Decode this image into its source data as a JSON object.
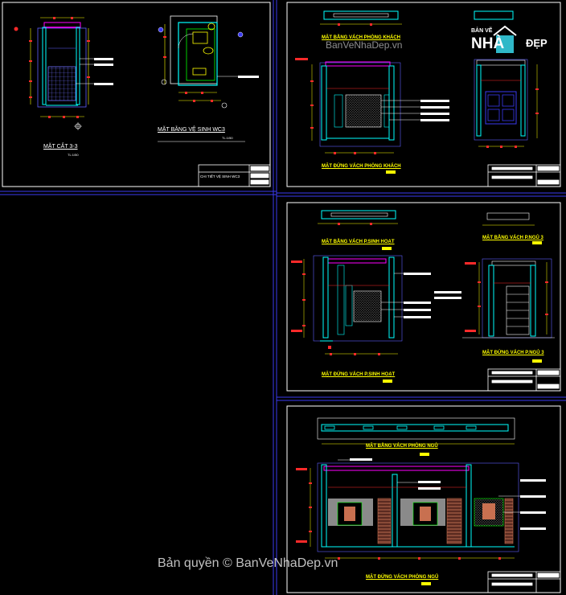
{
  "watermark": {
    "top": "BanVeNhaDep.vn",
    "bottom": "Bản quyền © BanVeNhaDep.vn"
  },
  "logo": {
    "line1": "BẢN VẼ",
    "mark": "NHÀ",
    "word": "ĐẸP"
  },
  "sheet1": {
    "section_title": "MẶT CẮT 3-3",
    "section_scale": "TL:1/50",
    "plan_title": "MẶT BẰNG VỆ SINH WC3",
    "plan_scale": "TL:1/50",
    "sheet_label": "CHI TIẾT VỆ SINH WC3"
  },
  "sheet2": {
    "plan_title": "MẶT BẰNG VÁCH PHÒNG KHÁCH",
    "elev_title": "MẶT ĐỨNG VÁCH PHÒNG KHÁCH"
  },
  "sheet3": {
    "plan_title": "MẶT BẰNG VÁCH P.SINH HOẠT",
    "plan2_title": "MẶT BẰNG VÁCH P.NGỦ 3",
    "elev_title": "MẶT ĐỨNG VÁCH P.SINH HOẠT",
    "elev2_title": "MẶT ĐỨNG VÁCH P.NGỦ 3"
  },
  "sheet4": {
    "plan_title": "MẶT BẰNG VÁCH PHÒNG NGỦ",
    "elev_title": "MẶT ĐỨNG VÁCH PHÒNG NGỦ"
  },
  "colors": {
    "background": "#000000",
    "frame": "#3a3af0",
    "wall": "#00ffff",
    "title": "#ffff00",
    "dimension": "#ffff00",
    "dim_mark": "#ff2a2a",
    "accent": "#ff00ff",
    "wood": "#c87050",
    "panel": "#8a8a8a",
    "hatch": "#ffffff",
    "green": "#00ff00"
  }
}
